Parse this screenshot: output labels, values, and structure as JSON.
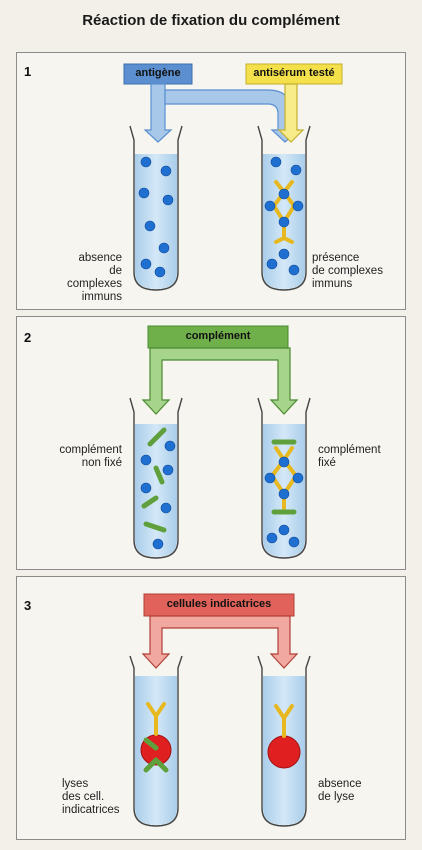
{
  "title": "Réaction de fixation du complément",
  "panel1": {
    "number": "1",
    "box_left": "antigène",
    "box_right": "antisérum testé",
    "left_label": [
      "absence",
      "de complexes",
      "immuns"
    ],
    "right_label": [
      "présence",
      "de complexes",
      "immuns"
    ]
  },
  "panel2": {
    "number": "2",
    "box": "complément",
    "left_label": [
      "complément",
      "non fixé"
    ],
    "right_label": [
      "complément",
      "fixé"
    ]
  },
  "panel3": {
    "number": "3",
    "box": "cellules indicatrices",
    "left_label": [
      "lyses",
      "des cell.",
      "indicatrices"
    ],
    "right_label": [
      "absence",
      "de lyse"
    ]
  },
  "colors": {
    "antigen_box": "#5b8fd0",
    "antiserum_box": "#f4e04a",
    "complement_box": "#6fb04a",
    "indicator_box": "#e0625a",
    "antigen_dot": "#1f6fd0",
    "antibody": "#f2cf2a",
    "complement_rod": "#6fb04a",
    "cell": "#e02020",
    "tube_fluid": "#b8d8f0"
  }
}
